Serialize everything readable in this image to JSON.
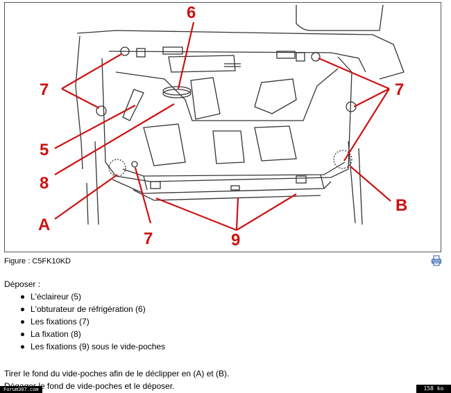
{
  "figure": {
    "labels": {
      "six": "6",
      "seven_left": "7",
      "seven_right": "7",
      "seven_bottom": "7",
      "five": "5",
      "eight": "8",
      "a": "A",
      "b": "B",
      "nine": "9"
    },
    "label_color": "#cc1111",
    "caption": "Figure : C5FK10KD",
    "print_icon": "printer-icon"
  },
  "instructions": {
    "intro": "Déposer :",
    "items": [
      "L'éclaireur (5)",
      "L'obturateur de réfrigération (6)",
      "Les fixations (7)",
      "La fixation (8)",
      "Les fixations (9) sous le vide-poches"
    ],
    "para1": "Tirer le fond du vide-poches afin de le déclipper en (A) et (B).",
    "para2": "Dégager le fond de vide-poches et le déposer."
  },
  "watermark": {
    "left": "Forum307.com",
    "right": "158 ko"
  }
}
